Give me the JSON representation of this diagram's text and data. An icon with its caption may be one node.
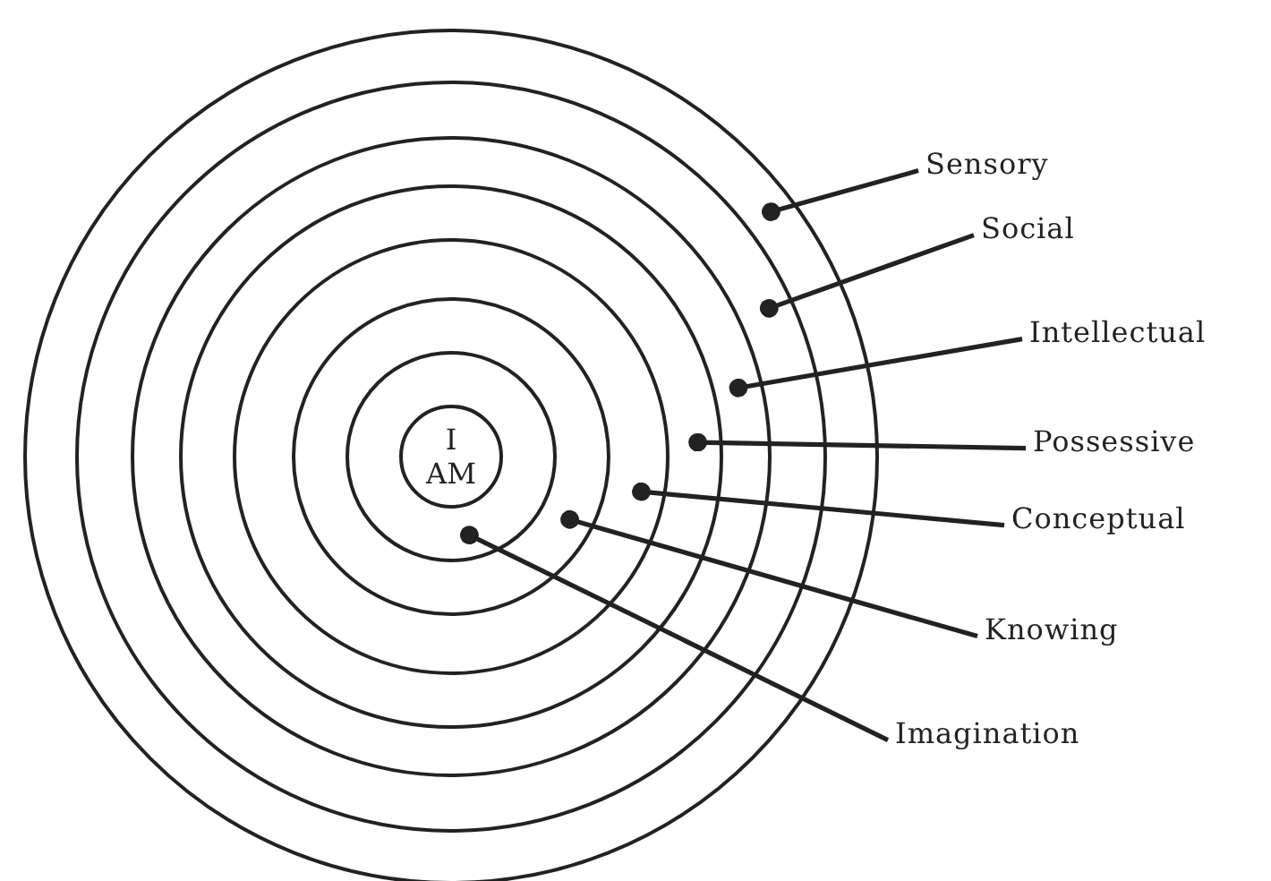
{
  "diagram": {
    "nodes": [
      {
        "text": [],
        "shape": "circle"
      },
      {
        "text": [],
        "shape": "circle",
        "in": 0
      },
      {
        "text": [],
        "shape": "circle",
        "in": 1
      },
      {
        "text": [],
        "shape": "circle",
        "in": 2
      },
      {
        "text": [],
        "shape": "circle",
        "in": 3
      },
      {
        "text": [],
        "shape": "circle",
        "in": 4
      },
      {
        "text": [],
        "shape": "circle",
        "in": 5
      },
      {
        "text": [
          "I AM"
        ],
        "in": 6
      },
      {
        "text": [
          "Sensory"
        ]
      },
      {
        "text": [
          "Social"
        ]
      },
      {
        "text": [
          "Intellectual"
        ]
      },
      {
        "text": [
          "Possessive"
        ]
      },
      {
        "text": [
          "Conceptual"
        ]
      },
      {
        "text": [
          "Knowing"
        ]
      },
      {
        "text": [
          "Imagination"
        ]
      }
    ],
    "edges": [
      {
        "from": 8,
        "to": 0,
        "arrow": "other"
      },
      {
        "from": 9,
        "to": 1,
        "arrow": "other"
      },
      {
        "from": 10,
        "to": 2,
        "arrow": "other"
      },
      {
        "from": 11,
        "to": 3,
        "arrow": "other"
      },
      {
        "from": 12,
        "to": 4,
        "arrow": "other"
      },
      {
        "from": 13,
        "to": 5,
        "arrow": "other"
      },
      {
        "from": 14,
        "to": 6,
        "arrow": "other"
      }
    ]
  }
}
